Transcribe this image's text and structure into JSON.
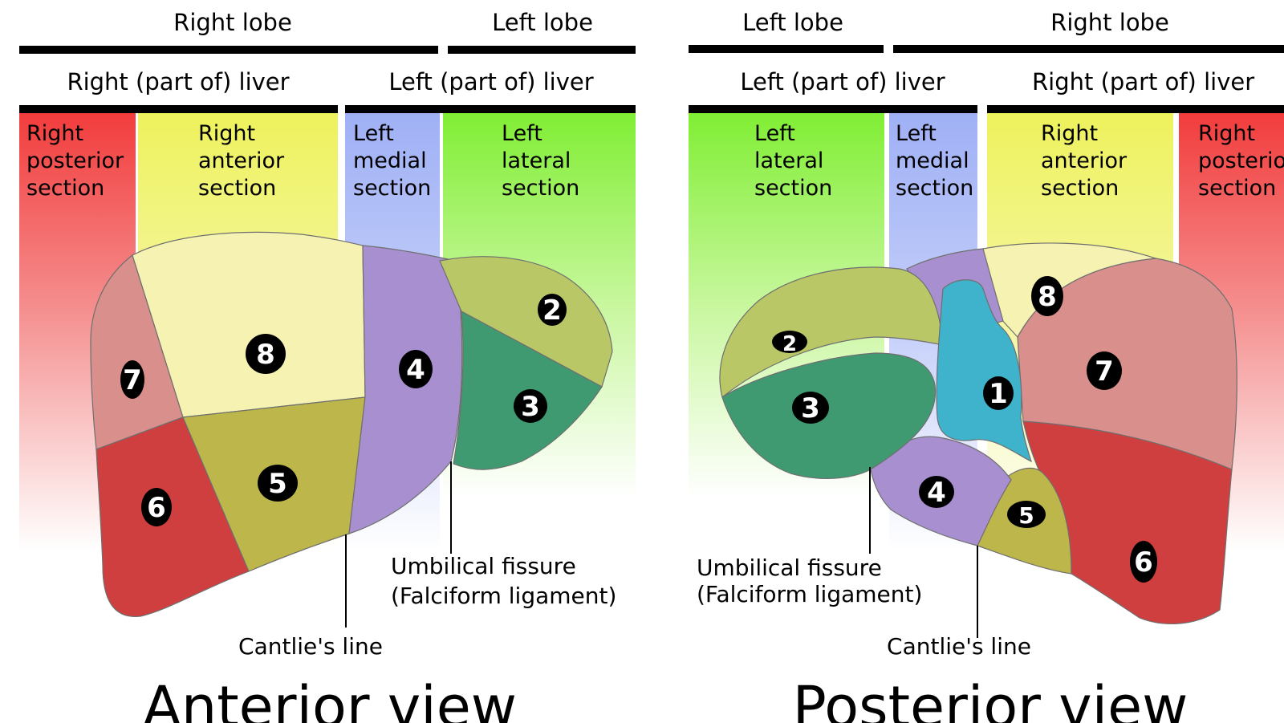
{
  "anterior": {
    "lobes": {
      "right": "Right lobe",
      "left": "Left lobe"
    },
    "livers": {
      "right": "Right (part of) liver",
      "left": "Left (part of) liver"
    },
    "sections": {
      "right_posterior": [
        "Right",
        "posterior",
        "section"
      ],
      "right_anterior": [
        "Right",
        "anterior",
        "section"
      ],
      "left_medial": [
        "Left",
        "medial",
        "section"
      ],
      "left_lateral": [
        "Left",
        "lateral",
        "section"
      ]
    },
    "segments": {
      "s2": "2",
      "s3": "3",
      "s4": "4",
      "s5": "5",
      "s6": "6",
      "s7": "7",
      "s8": "8"
    },
    "annotations": {
      "umbilical_1": "Umbilical fissure",
      "umbilical_2": "(Falciform ligament)",
      "cantlie": "Cantlie's line"
    },
    "view_title": "Anterior view"
  },
  "posterior": {
    "lobes": {
      "left": "Left lobe",
      "right": "Right lobe"
    },
    "livers": {
      "left": "Left (part of) liver",
      "right": "Right (part of) liver"
    },
    "sections": {
      "left_lateral": [
        "Left",
        "lateral",
        "section"
      ],
      "left_medial": [
        "Left",
        "medial",
        "section"
      ],
      "right_anterior": [
        "Right",
        "anterior",
        "section"
      ],
      "right_posterior": [
        "Right",
        "posterior",
        "section"
      ]
    },
    "segments": {
      "s1": "1",
      "s2": "2",
      "s3": "3",
      "s4": "4",
      "s5": "5",
      "s6": "6",
      "s7": "7",
      "s8": "8"
    },
    "annotations": {
      "umbilical_1": "Umbilical fissure",
      "umbilical_2": "(Falciform ligament)",
      "cantlie": "Cantlie's line"
    },
    "view_title": "Posterior view"
  },
  "colors": {
    "right_posterior": "#f24a4a",
    "right_anterior": "#eef26a",
    "left_medial": "#a9b8f5",
    "left_lateral": "#8ef04a",
    "seg1": "#3fb2cc",
    "seg2": "#b9c766",
    "seg3": "#3f9a72",
    "seg4": "#a88fcf",
    "seg5": "#bdb64a",
    "seg6": "#cf3f3f",
    "seg7": "#d98f8c",
    "seg8": "#f5f2b2"
  }
}
